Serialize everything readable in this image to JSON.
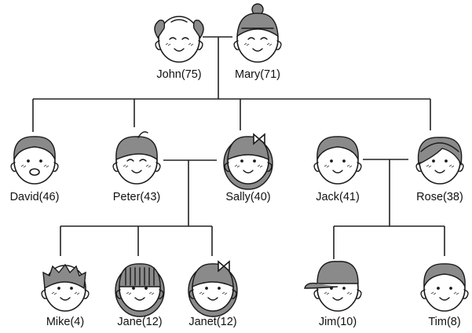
{
  "members": [
    {
      "key": "john",
      "label": "John(75)",
      "hair": "bald"
    },
    {
      "key": "mary",
      "label": "Mary(71)",
      "hair": "bun"
    },
    {
      "key": "david",
      "label": "David(46)",
      "hair": "short"
    },
    {
      "key": "peter",
      "label": "Peter(43)",
      "hair": "cowlick"
    },
    {
      "key": "sally",
      "label": "Sally(40)",
      "hair": "curly-bow"
    },
    {
      "key": "jack",
      "label": "Jack(41)",
      "hair": "short"
    },
    {
      "key": "rose",
      "label": "Rose(38)",
      "hair": "headband"
    },
    {
      "key": "mike",
      "label": "Mike(4)",
      "hair": "spiky"
    },
    {
      "key": "jane",
      "label": "Jane(12)",
      "hair": "bangs"
    },
    {
      "key": "janet",
      "label": "Janet(12)",
      "hair": "bow"
    },
    {
      "key": "jim",
      "label": "Jim(10)",
      "hair": "cap"
    },
    {
      "key": "tim",
      "label": "Tim(8)",
      "hair": "short"
    }
  ],
  "relations": [
    {
      "type": "couple",
      "a": "john",
      "b": "mary"
    },
    {
      "type": "couple",
      "a": "peter",
      "b": "sally"
    },
    {
      "type": "couple",
      "a": "jack",
      "b": "rose"
    },
    {
      "type": "children",
      "parents": [
        "john",
        "mary"
      ],
      "children": [
        "david",
        "peter",
        "sally",
        "rose"
      ]
    },
    {
      "type": "children",
      "parents": [
        "peter",
        "sally"
      ],
      "children": [
        "mike",
        "jane",
        "janet"
      ]
    },
    {
      "type": "children",
      "parents": [
        "jack",
        "rose"
      ],
      "children": [
        "jim",
        "tim"
      ]
    }
  ]
}
